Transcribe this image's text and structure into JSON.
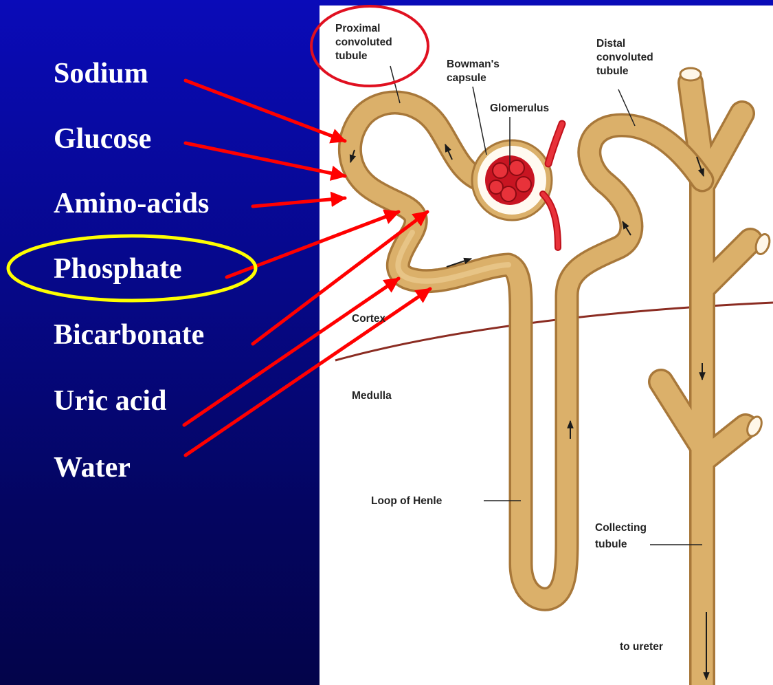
{
  "slide": {
    "substances": [
      {
        "label": "Sodium"
      },
      {
        "label": "Glucose"
      },
      {
        "label": "Amino-acids"
      },
      {
        "label": "Phosphate",
        "highlighted": true
      },
      {
        "label": "Bicarbonate"
      },
      {
        "label": "Uric acid"
      },
      {
        "label": "Water"
      }
    ]
  },
  "diagram": {
    "labels": {
      "proximal": [
        "Proximal",
        "convoluted",
        "tubule"
      ],
      "bowman": [
        "Bowman's",
        "capsule"
      ],
      "distal": [
        "Distal",
        "convoluted",
        "tubule"
      ],
      "glomerulus": "Glomerulus",
      "cortex": "Cortex",
      "medulla": "Medulla",
      "loop": "Loop of Henle",
      "collecting": [
        "Collecting",
        "tubule"
      ],
      "ureter": "to ureter"
    }
  },
  "colors": {
    "slide_gradient_top": "#0a0bb8",
    "slide_gradient_bottom": "#03044a",
    "tubule": "#d9ab62",
    "arrows": "#ff0000",
    "proximal_circle": "#e01020",
    "phosphate_circle": "#ffff00",
    "boundary": "#8b2c22"
  }
}
